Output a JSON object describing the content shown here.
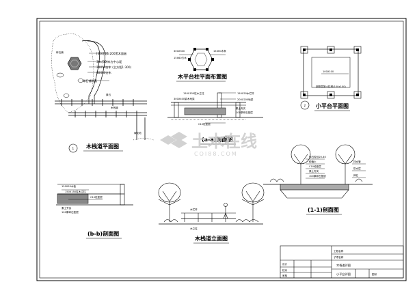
{
  "drawings": {
    "plan_1": {
      "number": "1",
      "title": "木栈道平面图",
      "notes": [
        "[300]宽1:200黑木面板",
        "30x[30]木方中心距",
        "30X50方木 (主方距1:300)",
        "80X80方木",
        "碎石铺砌面"
      ],
      "labels": [
        "碎石铺",
        "景石",
        "木栈道",
        "绿化地"
      ]
    },
    "post_plan": {
      "title": "木平台柱平面布置图",
      "notes": [
        "300X300",
        "15X60方木",
        "15X60木条"
      ]
    },
    "plan_2": {
      "number": "2",
      "title": "小平台平面图",
      "notes": [
        "钢筋混凝土柱墩(100x100)",
        "100X100"
      ]
    },
    "section_aa": {
      "title": "(a-a)剖面图",
      "notes": [
        "150X150柱木立柱",
        "300X400梁木地梁",
        "150X20木栏杆",
        "200X200地梁",
        "C10砼垫层",
        "素土夯实",
        "100厚碎石垫层"
      ]
    },
    "section_bb": {
      "title": "(b-b)剖面图",
      "notes": [
        "150X20木板",
        "150X150柱木立柱",
        "C10砼垫层",
        "素土夯实",
        "100厚碎石垫层"
      ]
    },
    "elevation": {
      "title": "木栈道立面图",
      "notes": [
        "木栏杆",
        "木立柱"
      ]
    },
    "section_11": {
      "title": "(1-1)剖面图",
      "notes": [
        "碎石粒径20-40",
        "种植土",
        "C10砼垫层",
        "素土夯实",
        "100厚碎石垫层",
        "排水管",
        "防水层",
        "卵石"
      ]
    }
  },
  "watermark": {
    "text": "土木在线",
    "url": "COI88.COM"
  },
  "title_block": {
    "rows": [
      "工程名称",
      "子项名称"
    ],
    "drawing_name": "木栈道详图",
    "drawing_sub": "小平台详图",
    "cells": [
      "设计",
      "校对",
      "审核",
      "图号"
    ]
  }
}
